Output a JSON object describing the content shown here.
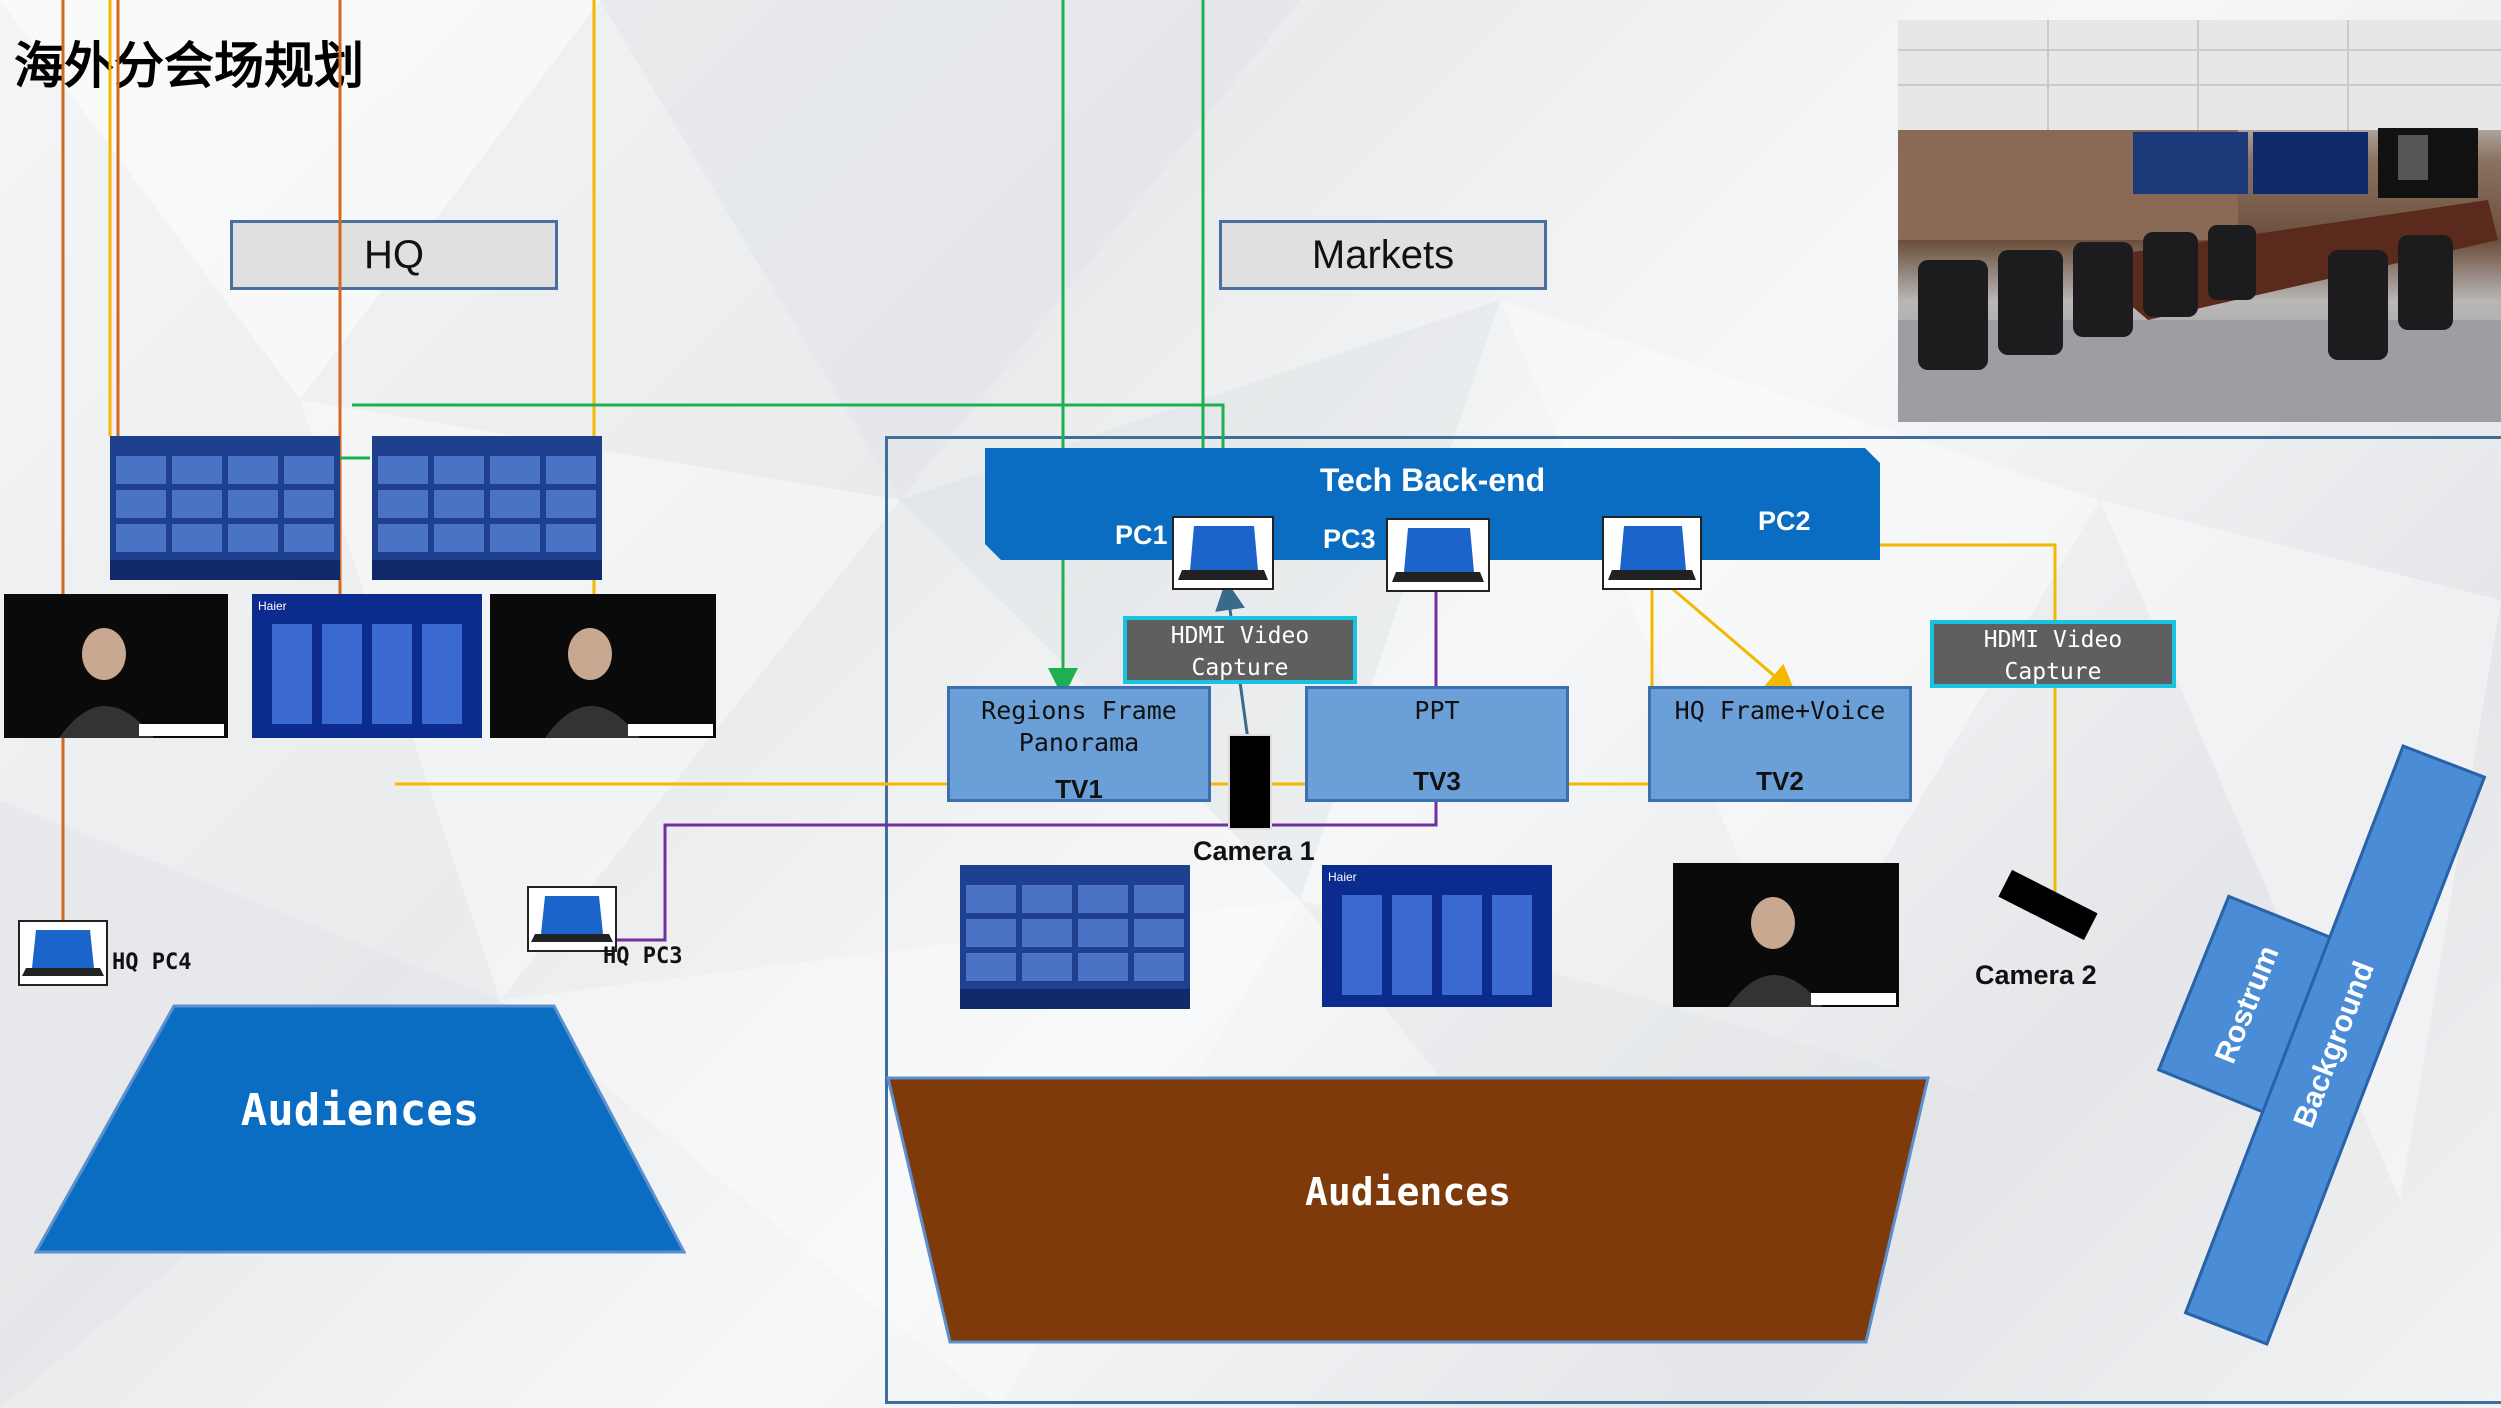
{
  "title": "海外分会场规划",
  "labels": {
    "hq": "HQ",
    "markets": "Markets",
    "tech_backend": "Tech Back-end",
    "pc1": "PC1",
    "pc2": "PC2",
    "pc3": "PC3",
    "hdmi_capture_1": "HDMI Video Capture",
    "hdmi_capture_2": "HDMI Video Capture",
    "tv1_desc": "Regions Frame Panorama",
    "tv1": "TV1",
    "tv3_desc": "PPT",
    "tv3": "TV3",
    "tv2_desc": "HQ Frame+Voice",
    "tv2": "TV2",
    "camera1": "Camera 1",
    "camera2": "Camera 2",
    "hq_pc4": "HQ PC4",
    "hq_pc3": "HQ PC3",
    "audiences_left": "Audiences",
    "audiences_main": "Audiences",
    "rostrum": "Rostrum",
    "background": "Background"
  },
  "colors": {
    "orange_line": "#d2691e",
    "yellow_line": "#f5b800",
    "green_line": "#1eb050",
    "purple_line": "#7030a0",
    "steel_line": "#3a6a8a",
    "blue_shape": "#0a6dc2",
    "brown_shape": "#7f3a0c",
    "light_blue": "#6a9fd8"
  }
}
